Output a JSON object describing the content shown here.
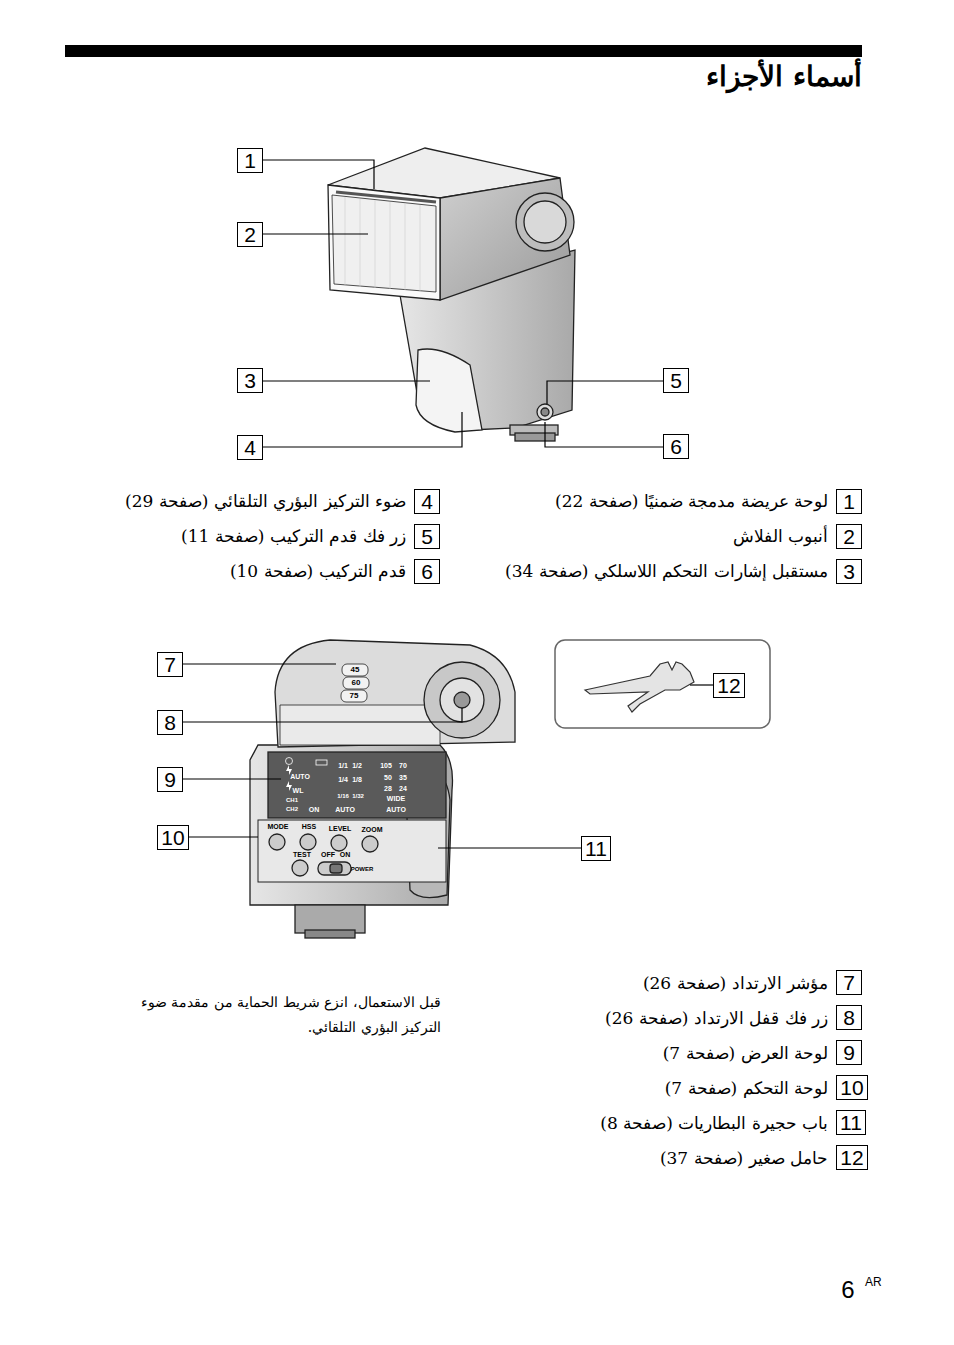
{
  "diagram": {
    "title": "أسماء الأجزاء",
    "nodes": [
      {
        "text": [
          "1"
        ]
      },
      {
        "text": [
          "2"
        ]
      },
      {
        "text": [
          "3"
        ]
      },
      {
        "text": [
          "4"
        ]
      },
      {
        "text": [
          "5"
        ]
      },
      {
        "text": [
          "6"
        ]
      },
      {
        "text": [
          "1"
        ]
      },
      {
        "text": [
          "2"
        ]
      },
      {
        "text": [
          "3"
        ]
      },
      {
        "text": [
          "4"
        ]
      },
      {
        "text": [
          "5"
        ]
      },
      {
        "text": [
          "6"
        ]
      },
      {
        "text": [
          "7"
        ]
      },
      {
        "text": [
          "8"
        ]
      },
      {
        "text": [
          "9"
        ]
      },
      {
        "text": [
          "10"
        ]
      },
      {
        "text": [
          "11"
        ]
      },
      {
        "text": [
          "12"
        ]
      },
      {
        "text": [
          "7"
        ]
      },
      {
        "text": [
          "8"
        ]
      },
      {
        "text": [
          "9"
        ]
      },
      {
        "text": [
          "10"
        ]
      },
      {
        "text": [
          "11"
        ]
      },
      {
        "text": [
          "12"
        ]
      }
    ],
    "labels": [
      "لوحة عريضة مدمجة ضمنيًا (صفحة 22)",
      "أنبوب الفلاش",
      "مستقبل إشارات التحكم اللاسلكي (صفحة 34)",
      "ضوء التركيز البؤري التلقائي (صفحة 29)",
      "زر فك قدم التركيب (صفحة 11)",
      "قدم التركيب (صفحة 10)",
      "45",
      "60",
      "75",
      "AUTO",
      "WL",
      "CH1",
      "CH2",
      "1/1",
      "1/2",
      "105",
      "70",
      "1/4",
      "1/8",
      "50",
      "35",
      "28",
      "24",
      "1/16",
      "1/32",
      "WIDE",
      "ON",
      "AUTO",
      "AUTO",
      "MODE",
      "HSS",
      "LEVEL",
      "ZOOM",
      "TEST",
      "OFF",
      "ON",
      "POWER",
      "قبل الاستعمال، انزع شريط الحماية من مقدمة ضوء التركيز البؤري التلقائي.",
      "مؤشر الارتداد (صفحة 26)",
      "زر فك قفل الارتداد (صفحة 26)",
      "لوحة العرض (صفحة 7)",
      "لوحة التحكم (صفحة 7)",
      "باب حجيرة البطاريات (صفحة 8)",
      "حامل صغير (صفحة 37)",
      "6",
      "AR"
    ]
  }
}
